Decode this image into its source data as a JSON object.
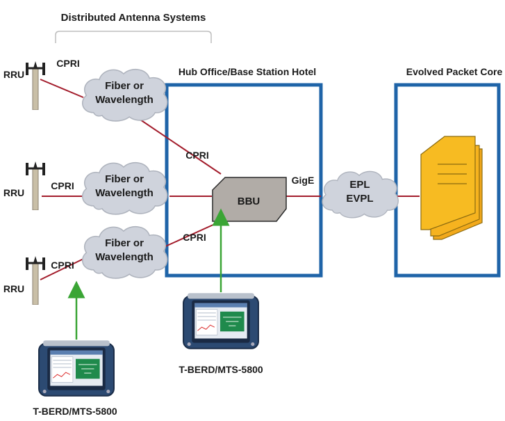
{
  "title": "Distributed Antenna Systems",
  "hub_label": "Hub Office/Base Station Hotel",
  "epc_label": "Evolved Packet Core",
  "rru_label": "RRU",
  "cpri_label": "CPRI",
  "cloud_line1": "Fiber or",
  "cloud_line2": "Wavelength",
  "bbu_label": "BBU",
  "gige_label": "GigE",
  "epl_line1": "EPL",
  "epl_line2": "EVPL",
  "tester_label": "T-BERD/MTS-5800",
  "colors": {
    "link": "#a31d2c",
    "box": "#1f64a8",
    "cloud": "#cfd3dc",
    "bbu": "#b1aca7",
    "arrow": "#3aa535",
    "epc_doc": "#f7bb22",
    "bracket": "#bdbdbd"
  }
}
